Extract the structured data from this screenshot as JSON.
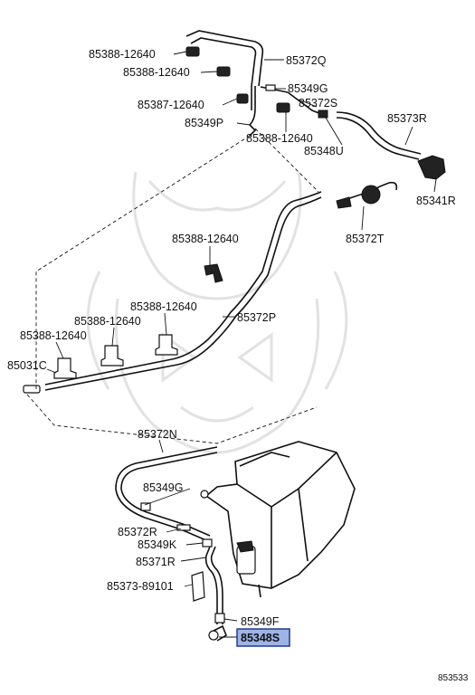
{
  "labels": {
    "l_85388_12640_a": "85388-12640",
    "l_85388_12640_b": "85388-12640",
    "l_85372Q": "85372Q",
    "l_85349G_top": "85349G",
    "l_85387_12640": "85387-12640",
    "l_85372S": "85372S",
    "l_85349P": "85349P",
    "l_85388_12640_c": "85388-12640",
    "l_85373R": "85373R",
    "l_85348U": "85348U",
    "l_85341R": "85341R",
    "l_85372T": "85372T",
    "l_85388_12640_d": "85388-12640",
    "l_85388_12640_e": "85388-12640",
    "l_85372P": "85372P",
    "l_85388_12640_f": "85388-12640",
    "l_85388_12640_g": "85388-12640",
    "l_85031C": "85031C",
    "l_85372N": "85372N",
    "l_85349G_bottom": "85349G",
    "l_85372R": "85372R",
    "l_85349K": "85349K",
    "l_85371R": "85371R",
    "l_85373_89101": "85373-89101",
    "l_85349F": "85349F",
    "l_85348S": "85348S",
    "diagram_id": "853533"
  },
  "colors": {
    "highlight_fill": "#9fb4e6",
    "highlight_stroke": "#223a8a",
    "line": "#111111",
    "watermark": "#e2e2e2"
  }
}
